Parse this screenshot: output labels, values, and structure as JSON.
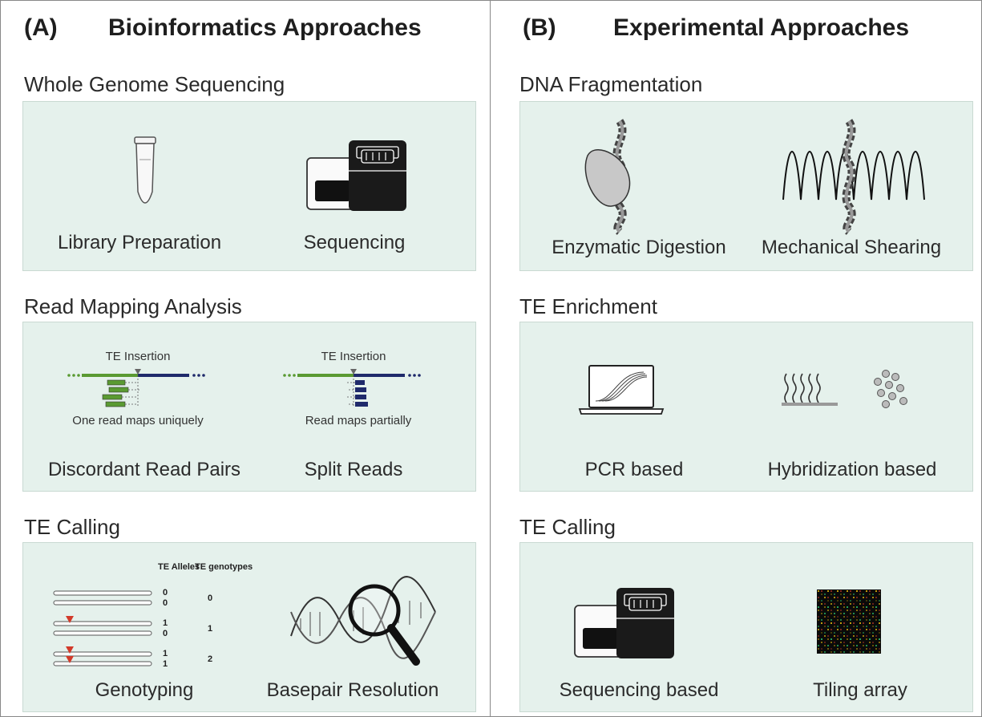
{
  "panel_a": {
    "label": "(A)",
    "title": "Bioinformatics Approaches",
    "sections": [
      {
        "title": "Whole Genome Sequencing",
        "items": [
          "Library Preparation",
          "Sequencing"
        ]
      },
      {
        "title": "Read Mapping Analysis",
        "items": [
          "Discordant Read Pairs",
          "Split Reads"
        ],
        "annotations": {
          "insertion_left": "TE Insertion",
          "insertion_right": "TE Insertion",
          "note_left": "One read maps uniquely",
          "note_right": "Read maps partially"
        }
      },
      {
        "title": "TE Calling",
        "items": [
          "Genotyping",
          "Basepair Resolution"
        ],
        "genotype_table": {
          "col1": "TE Alleles",
          "col2": "TE genotypes",
          "rows": [
            {
              "alleles": [
                "0",
                "0"
              ],
              "genotype": "0"
            },
            {
              "alleles": [
                "1",
                "0"
              ],
              "genotype": "1"
            },
            {
              "alleles": [
                "1",
                "1"
              ],
              "genotype": "2"
            }
          ]
        }
      }
    ]
  },
  "panel_b": {
    "label": "(B)",
    "title": "Experimental Approaches",
    "sections": [
      {
        "title": "DNA Fragmentation",
        "items": [
          "Enzymatic Digestion",
          "Mechanical Shearing"
        ]
      },
      {
        "title": "TE Enrichment",
        "items": [
          "PCR based",
          "Hybridization based"
        ]
      },
      {
        "title": "TE Calling",
        "items": [
          "Sequencing based",
          "Tiling array"
        ]
      }
    ]
  },
  "colors": {
    "panel_bg": "#e5f1ec",
    "green": "#5a9a32",
    "navy": "#1f2a6b",
    "marker": "#d23a2a"
  }
}
